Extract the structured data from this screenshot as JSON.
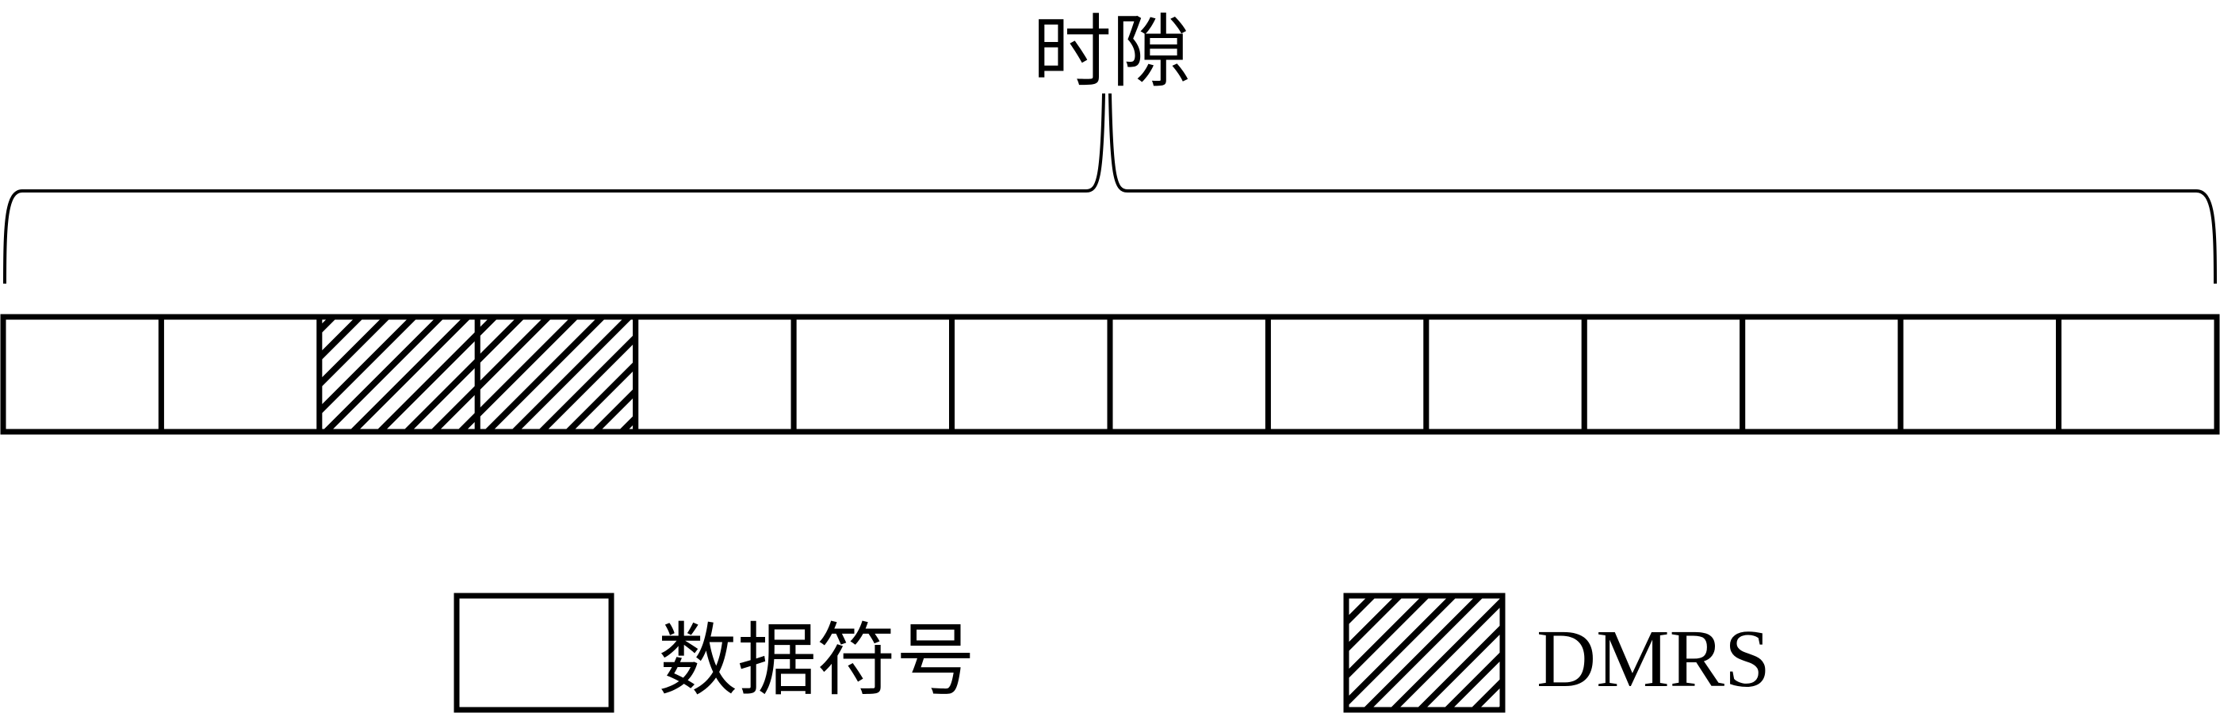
{
  "title": "时隙",
  "slot": {
    "symbol_count": 14,
    "dmrs_indices": [
      2,
      3
    ]
  },
  "legend": [
    {
      "label": "数据符号",
      "type": "data"
    },
    {
      "label": "DMRS",
      "type": "dmrs"
    }
  ],
  "colors": {
    "stroke": "#000000",
    "fill": "#ffffff"
  }
}
